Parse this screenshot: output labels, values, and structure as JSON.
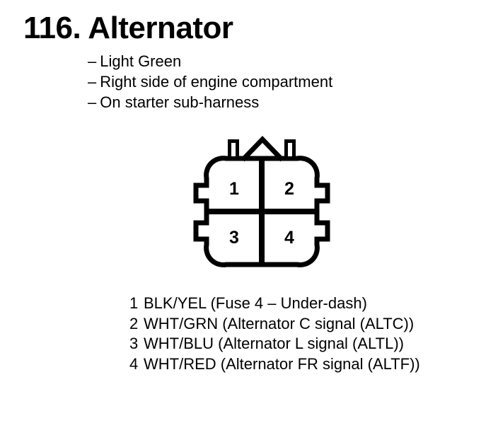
{
  "document": {
    "section_number": "116.",
    "section_title": "Alternator"
  },
  "connector_info": {
    "bullet_char": "–",
    "items": [
      "Light Green",
      "Right side of engine compartment",
      "On starter sub-harness"
    ]
  },
  "connector_diagram": {
    "pins": [
      "1",
      "2",
      "3",
      "4"
    ]
  },
  "pin_list": [
    {
      "pin": "1",
      "description": "BLK/YEL (Fuse 4 – Under-dash)"
    },
    {
      "pin": "2",
      "description": "WHT/GRN (Alternator C signal (ALTC))"
    },
    {
      "pin": "3",
      "description": "WHT/BLU (Alternator L signal (ALTL))"
    },
    {
      "pin": "4",
      "description": "WHT/RED (Alternator FR signal (ALTF))"
    }
  ],
  "colors": {
    "ink": "#000000",
    "background": "#ffffff"
  }
}
